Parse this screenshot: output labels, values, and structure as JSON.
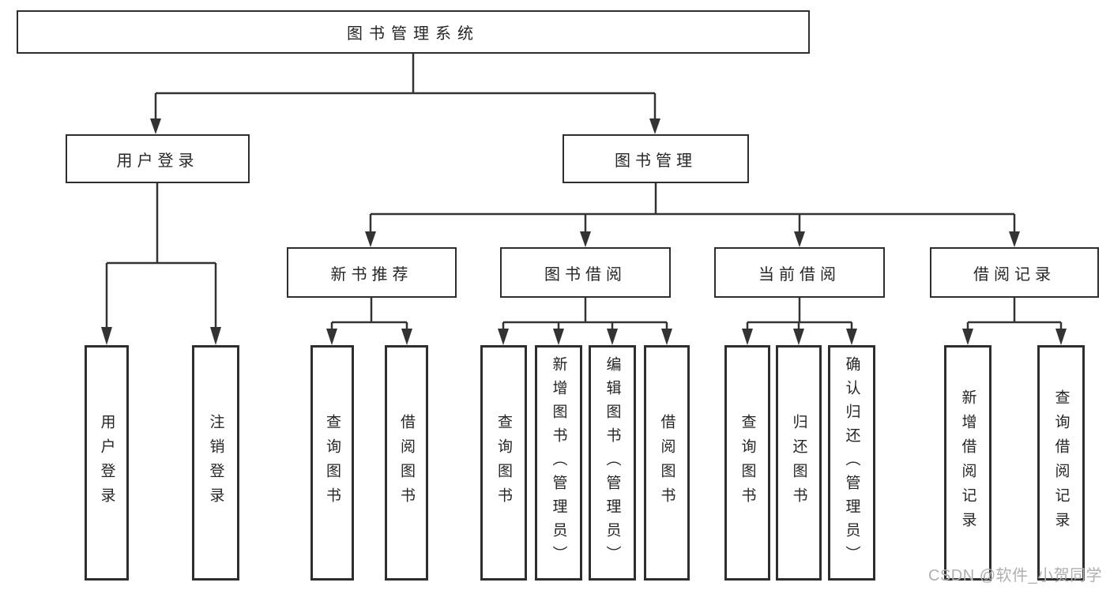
{
  "diagram": {
    "type": "tree",
    "root": {
      "label": "图书管理系统",
      "children": [
        {
          "label": "用户登录",
          "children": [
            {
              "label": "用户登录"
            },
            {
              "label": "注销登录"
            }
          ]
        },
        {
          "label": "图书管理",
          "children": [
            {
              "label": "新书推荐",
              "children": [
                {
                  "label": "查询图书"
                },
                {
                  "label": "借阅图书"
                }
              ]
            },
            {
              "label": "图书借阅",
              "children": [
                {
                  "label": "查询图书"
                },
                {
                  "label": "新增图书（管理员）"
                },
                {
                  "label": "编辑图书（管理员）"
                },
                {
                  "label": "借阅图书"
                }
              ]
            },
            {
              "label": "当前借阅",
              "children": [
                {
                  "label": "查询图书"
                },
                {
                  "label": "归还图书"
                },
                {
                  "label": "确认归还（管理员）"
                }
              ]
            },
            {
              "label": "借阅记录",
              "children": [
                {
                  "label": "新增借阅记录"
                },
                {
                  "label": "查询借阅记录"
                }
              ]
            }
          ]
        }
      ]
    }
  },
  "watermark": {
    "text": "CSDN @软件_小贺同学"
  },
  "colors": {
    "line": "#333333",
    "box_border": "#2e2e2e",
    "text": "#262626",
    "watermark": "#b0b0b0",
    "background": "#ffffff"
  }
}
